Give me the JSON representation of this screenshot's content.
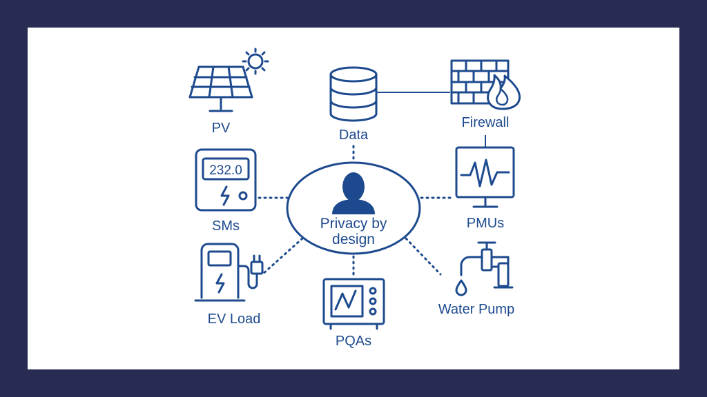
{
  "colors": {
    "frame": "#282b52",
    "canvas": "#ffffff",
    "ink": "#1d4a8e"
  },
  "center": {
    "label_line1": "Privacy by",
    "label_line2": "design",
    "icon": "user-silhouette-icon"
  },
  "nodes": {
    "pv": {
      "label": "PV",
      "icon": "solar-panel-icon"
    },
    "data": {
      "label": "Data",
      "icon": "database-icon"
    },
    "firewall": {
      "label": "Firewall",
      "icon": "firewall-icon"
    },
    "sms": {
      "label": "SMs",
      "icon": "smart-meter-icon",
      "display": "232.0"
    },
    "pmus": {
      "label": "PMUs",
      "icon": "monitor-waveform-icon"
    },
    "ev": {
      "label": "EV Load",
      "icon": "ev-charger-icon"
    },
    "pqas": {
      "label": "PQAs",
      "icon": "analyzer-icon"
    },
    "pump": {
      "label": "Water Pump",
      "icon": "water-tap-icon"
    }
  }
}
